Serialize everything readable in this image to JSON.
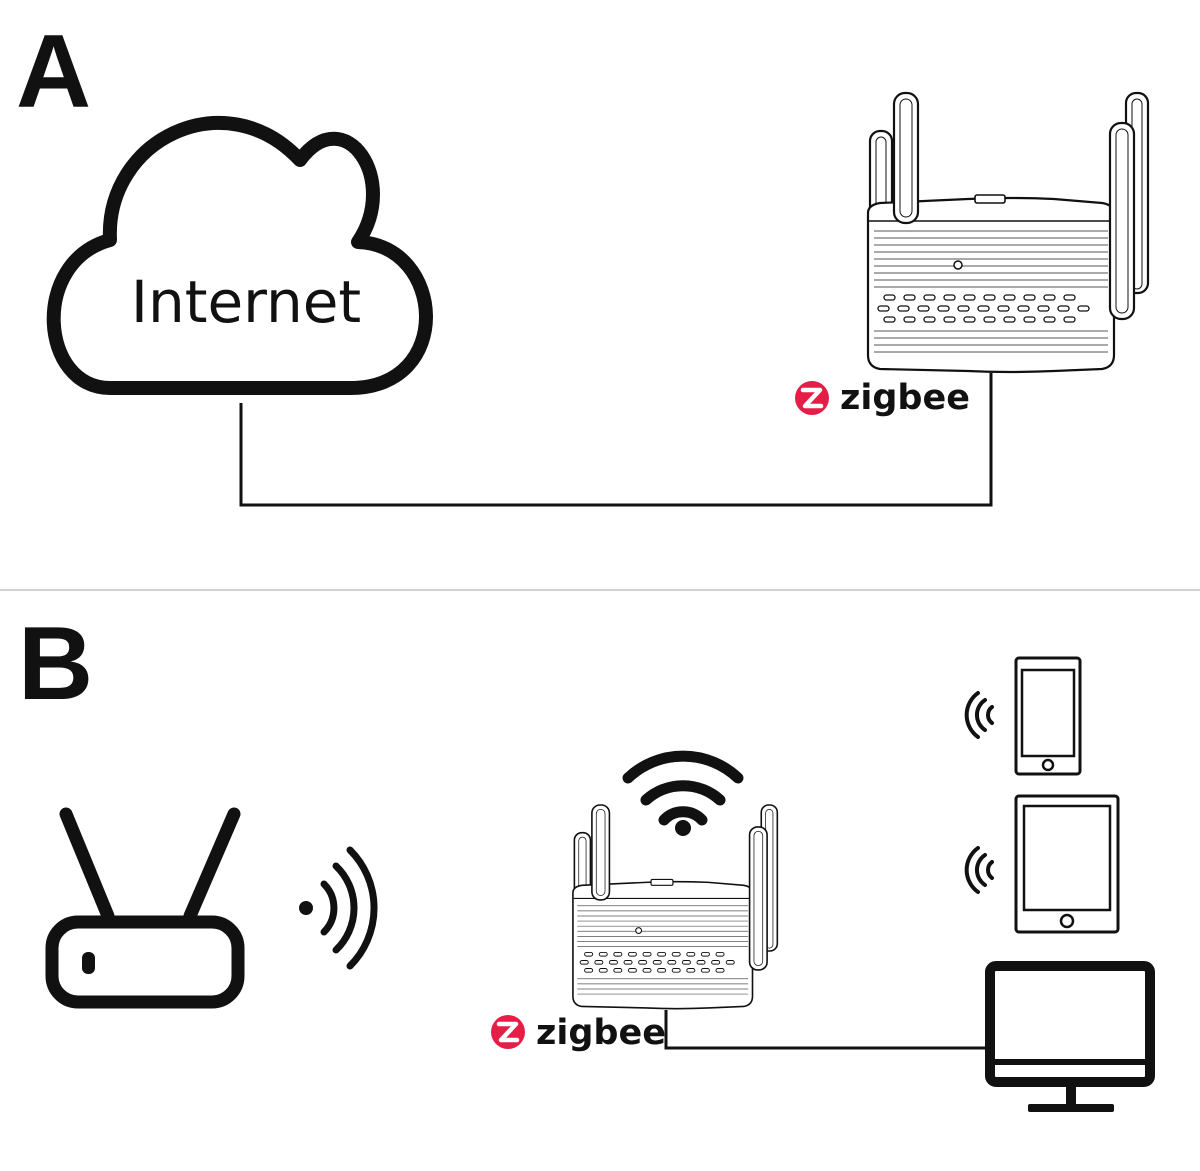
{
  "panels": {
    "a": {
      "letter": "A",
      "cloud_label": "Internet",
      "brand_label": "zigbee"
    },
    "b": {
      "letter": "B",
      "brand_label": "zigbee"
    }
  },
  "colors": {
    "stroke": "#111111",
    "zigbee_badge": "#e51e47",
    "divider": "#d2d2d2",
    "background": "#ffffff"
  },
  "icons": [
    "cloud-icon",
    "zigbee-gateway-icon",
    "zigbee-logo-icon",
    "wifi-router-icon",
    "wifi-signal-icon",
    "smartphone-icon",
    "tablet-icon",
    "desktop-monitor-icon"
  ]
}
